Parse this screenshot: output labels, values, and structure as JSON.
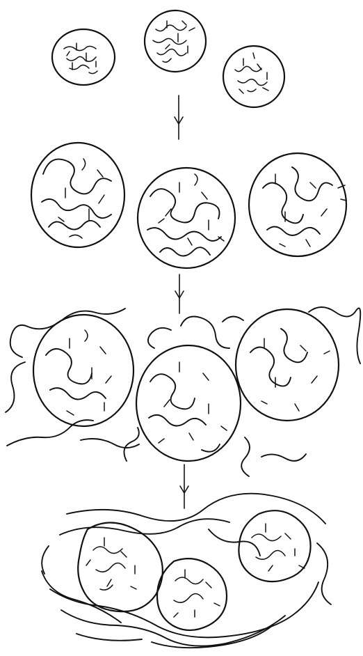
{
  "diagram": {
    "stages": [
      {
        "id": "stage-1-compact-particles"
      },
      {
        "id": "stage-2-swollen-particles"
      },
      {
        "id": "stage-3-particles-releasing-chains"
      },
      {
        "id": "stage-4-fused-network"
      }
    ],
    "arrows": 3,
    "ink_color": "#111111",
    "background_color": "#ffffff"
  }
}
